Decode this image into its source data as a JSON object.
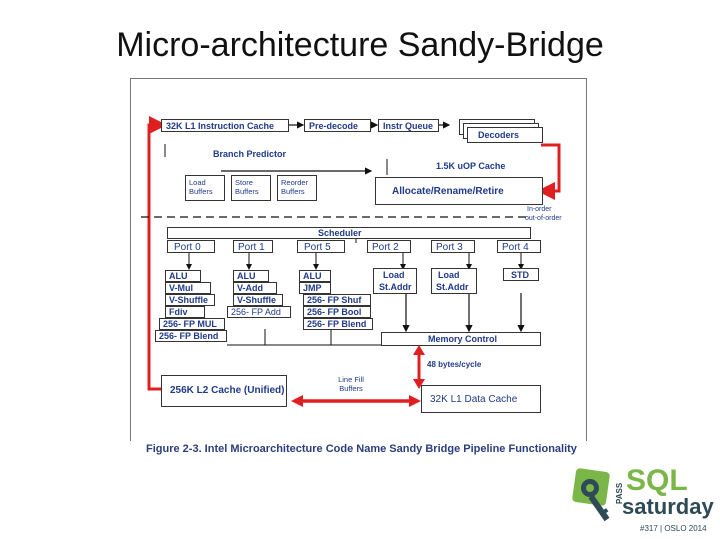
{
  "slide": {
    "title": "Micro-architecture Sandy-Bridge"
  },
  "diagram": {
    "caption": "Figure 2-3. Intel Microarchitecture Code Name Sandy Bridge Pipeline Functionality",
    "front_end": {
      "l1_icache": "32K L1 Instruction Cache",
      "predecode": "Pre-decode",
      "instr_queue": "Instr Queue",
      "decoders": "Decoders",
      "branch_predictor": "Branch Predictor",
      "uop_cache": "1.5K uOP Cache",
      "load_buffers": "Load Buffers",
      "store_buffers": "Store Buffers",
      "reorder_buffers": "Reorder Buffers",
      "allocate": "Allocate/Rename/Retire",
      "in_order": "In-order",
      "out_of_order": "out-of-order"
    },
    "scheduler": "Scheduler",
    "ports": [
      {
        "label": "Port 0",
        "units": [
          "ALU",
          "V-Mul",
          "V-Shuffle",
          "Fdiv",
          "256- FP MUL",
          "256- FP Blend"
        ]
      },
      {
        "label": "Port 1",
        "units": [
          "ALU",
          "V-Add",
          "V-Shuffle",
          "256- FP Add"
        ]
      },
      {
        "label": "Port 5",
        "units": [
          "ALU",
          "JMP",
          "256- FP Shuf",
          "256- FP Bool",
          "256- FP Blend"
        ]
      },
      {
        "label": "Port 2",
        "units": [
          "Load",
          "St.Addr"
        ]
      },
      {
        "label": "Port 3",
        "units": [
          "Load",
          "St.Addr"
        ]
      },
      {
        "label": "Port 4",
        "units": [
          "STD"
        ]
      }
    ],
    "memory": {
      "memory_control": "Memory Control",
      "bandwidth": "48 bytes/cycle",
      "l2_cache": "256K L2 Cache (Unified)",
      "line_fill": "Line Fill Buffers",
      "l1_dcache": "32K L1 Data Cache"
    }
  },
  "logo": {
    "pass": "PASS",
    "sql": "SQL",
    "saturday": "saturday",
    "event": "#317 | OSLO 2014"
  },
  "colors": {
    "diagram_text": "#1f3a8a",
    "arrow_red": "#e02020",
    "logo_green": "#7ab648",
    "logo_dark": "#2e4a56"
  }
}
